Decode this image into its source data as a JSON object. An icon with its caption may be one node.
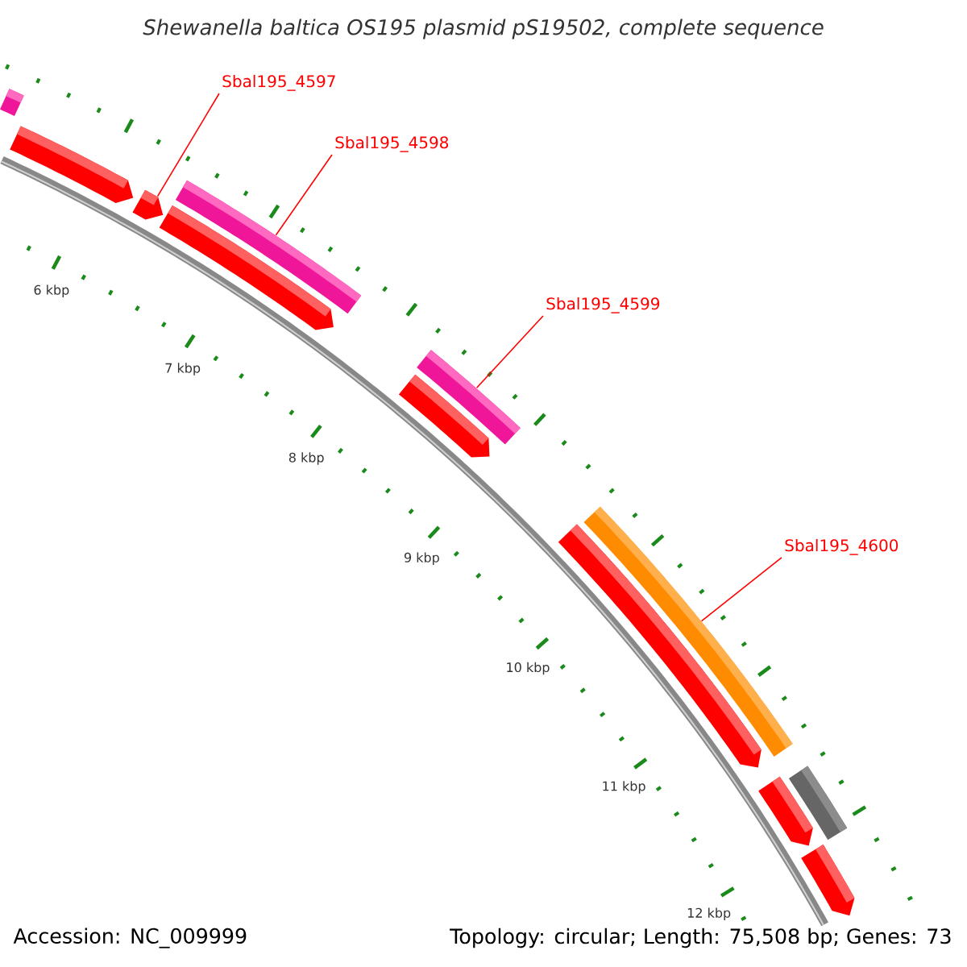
{
  "diagram": {
    "title": "Shewanella baltica OS195 plasmid pS19502, complete sequence",
    "nodes": [
      {
        "text": [
          "Sbal195_4597"
        ]
      },
      {
        "text": [],
        "shape": "arrow"
      },
      {
        "text": [
          "Sbal195_4598"
        ]
      },
      {
        "text": [],
        "shape": "bar"
      },
      {
        "text": [
          "Sbal195_4599"
        ]
      },
      {
        "text": [],
        "shape": "bar"
      },
      {
        "text": [
          "Sbal195_4600"
        ]
      },
      {
        "text": [],
        "shape": "bar"
      }
    ],
    "edges": [
      {
        "from": 0,
        "to": 1,
        "arrow": "none"
      },
      {
        "from": 2,
        "to": 3,
        "arrow": "none"
      },
      {
        "from": 4,
        "to": 5,
        "arrow": "none"
      },
      {
        "from": 6,
        "to": 7,
        "arrow": "none"
      }
    ],
    "labels": [
      "6 kbp",
      "7 kbp",
      "8 kbp",
      "9 kbp",
      "10 kbp",
      "11 kbp",
      "12 kbp",
      "Accession: NC_009999",
      "Topology: circular; Length: 75,508 bp; Genes: 73"
    ]
  }
}
